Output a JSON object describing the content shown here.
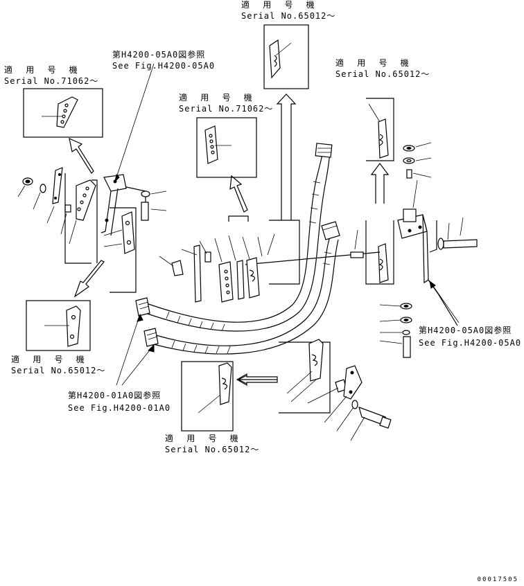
{
  "labels": {
    "top_serial_jp": "適 用 号 機",
    "top_serial": "Serial No.65012～",
    "ref_h4200_05a0_top_jp": "第H4200-05A0図参照",
    "ref_h4200_05a0_top": "See Fig.H4200-05A0",
    "left_serial_jp": "適 用 号 機",
    "left_serial": "Serial No.71062～",
    "right_serial_jp": "適 用 号 機",
    "right_serial": "Serial No.65012～",
    "center_serial_jp": "適 用 号 機",
    "center_serial": "Serial No.71062～",
    "ref_h4200_05a0_right_jp": "第H4200-05A0図参照",
    "ref_h4200_05a0_right": "See Fig.H4200-05A0",
    "lower_left_serial_jp": "適 用 号 機",
    "lower_left_serial": "Serial No.65012～",
    "ref_h4200_01a0_jp": "第H4200-01A0図参照",
    "ref_h4200_01a0": "See Fig.H4200-01A0",
    "bottom_serial_jp": "適 用 号 機",
    "bottom_serial": "Serial No.65012～",
    "doc_number": "00017505"
  }
}
